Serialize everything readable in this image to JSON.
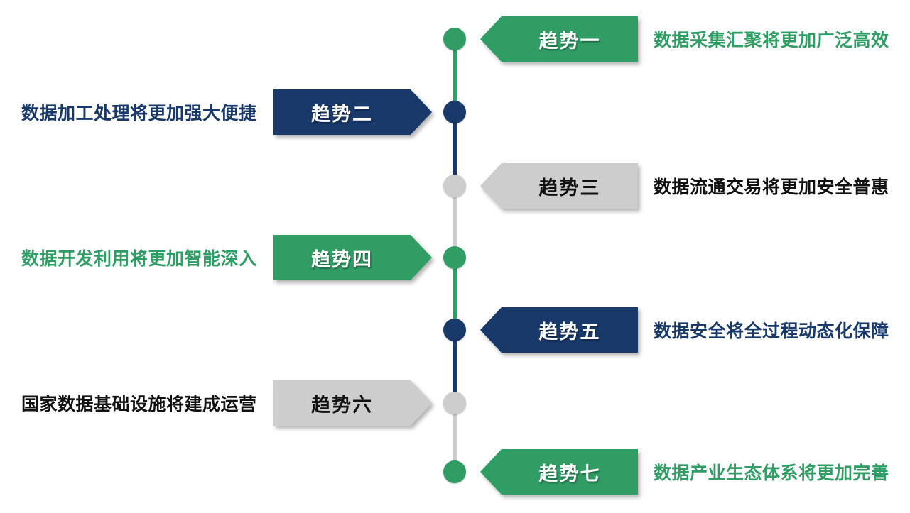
{
  "colors": {
    "green": "#2F9D64",
    "navy": "#18396A",
    "gray": "#CDCDCD",
    "black": "#111111",
    "white": "#FFFFFF"
  },
  "timeline": {
    "items": [
      {
        "label": "趋势一",
        "desc": "数据采集汇聚将更加广泛高效",
        "color": "green",
        "side": "right"
      },
      {
        "label": "趋势二",
        "desc": "数据加工处理将更加强大便捷",
        "color": "navy",
        "side": "left"
      },
      {
        "label": "趋势三",
        "desc": "数据流通交易将更加安全普惠",
        "color": "gray",
        "side": "right"
      },
      {
        "label": "趋势四",
        "desc": "数据开发利用将更加智能深入",
        "color": "green",
        "side": "left"
      },
      {
        "label": "趋势五",
        "desc": "数据安全将全过程动态化保障",
        "color": "navy",
        "side": "right"
      },
      {
        "label": "趋势六",
        "desc": "国家数据基础设施将建成运营",
        "color": "gray",
        "side": "left"
      },
      {
        "label": "趋势七",
        "desc": "数据产业生态体系将更加完善",
        "color": "green",
        "side": "right"
      }
    ]
  }
}
